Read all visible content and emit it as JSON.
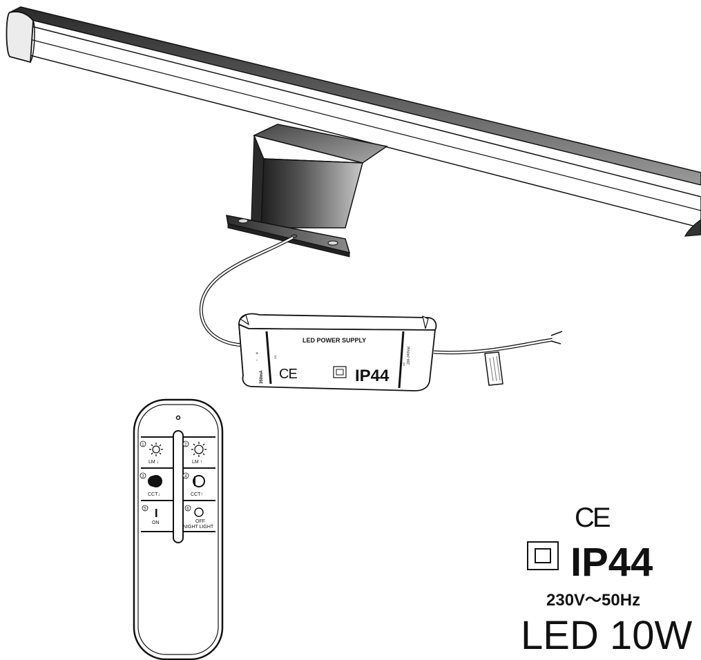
{
  "power_supply": {
    "label": "LED POWER SUPPLY",
    "ce_mark": "CE",
    "ip_rating": "IP44",
    "output_side": "350mA",
    "output_polarity_plus": "+",
    "output_polarity_minus": "-",
    "input_side": "200-240Vac",
    "small_side_left": "DC",
    "small_side_right": "AC"
  },
  "remote": {
    "buttons": [
      {
        "number": "1",
        "label": "LM ↓",
        "icon": "brightness-down-icon"
      },
      {
        "number": "2",
        "label": "LM ↑",
        "icon": "brightness-up-icon"
      },
      {
        "number": "3",
        "label": "CCT↓",
        "icon": "cct-warm-icon"
      },
      {
        "number": "4",
        "label": "CCT↑",
        "icon": "cct-cool-icon"
      },
      {
        "number": "5",
        "label": "ON",
        "icon": "power-on-icon"
      },
      {
        "number": "6",
        "label": "OFF",
        "label2": "NIGHT LIGHT",
        "icon": "power-off-icon"
      }
    ]
  },
  "specs": {
    "ce_mark": "CE",
    "ip_rating": "IP44",
    "voltage": "230V～50Hz",
    "power": "LED 10W"
  },
  "colors": {
    "line": "#1a1a1a",
    "metal_dark": "#3a3a3a",
    "metal_light": "#bcbcbc"
  }
}
